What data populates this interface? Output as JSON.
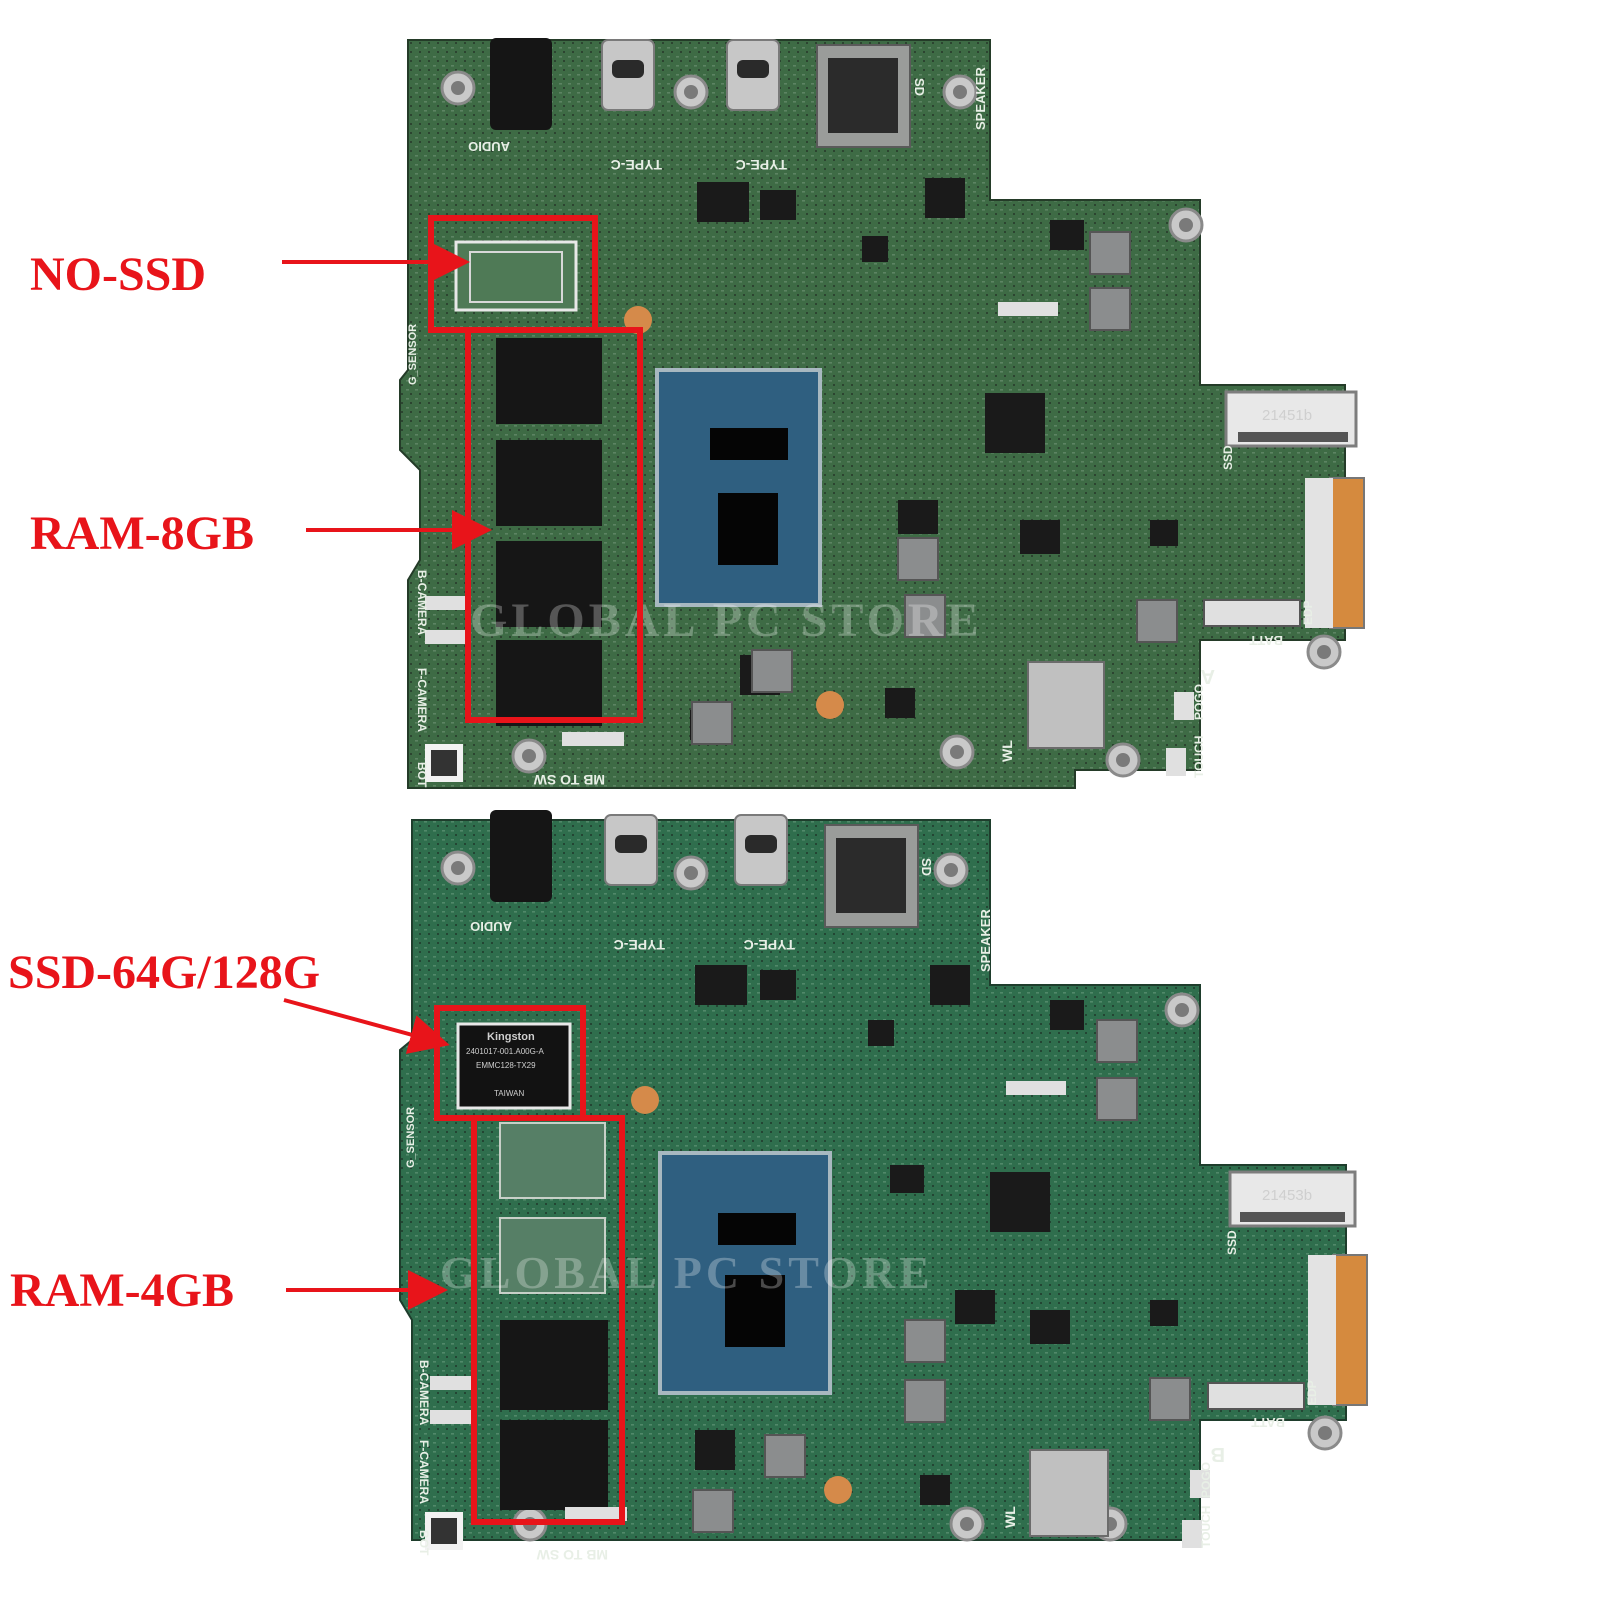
{
  "callouts": {
    "top_storage": "NO-SSD",
    "top_ram": "RAM-8GB",
    "bottom_storage": "SSD-64G/128G",
    "bottom_ram": "RAM-4GB"
  },
  "watermark": "GLOBAL PC STORE",
  "boards": {
    "top": {
      "variant": "A",
      "audio": "AUDIO",
      "typec_1": "TYPE-C",
      "typec_2": "TYPE-C",
      "sd": "SD",
      "speaker": "SPEAKER",
      "g_sensor": "G_SENSOR",
      "b_camera": "B-CAMERA",
      "f_camera": "F-CAMERA",
      "bot": "BOT",
      "mb_to_sw": "MB TO SW",
      "wl": "WL",
      "touch": "TOUCH",
      "pogo": "POGO",
      "batt": "BATT",
      "edp": "EDP",
      "ssd": "SSD",
      "m2_code": "21451b"
    },
    "bottom": {
      "variant": "B",
      "audio": "AUDIO",
      "typec_1": "TYPE-C",
      "typec_2": "TYPE-C",
      "sd": "SD",
      "speaker": "SPEAKER",
      "g_sensor": "G_SENSOR",
      "b_camera": "B-CAMERA",
      "f_camera": "F-CAMERA",
      "bot": "BOT",
      "mb_to_sw": "MB TO SW",
      "wl": "WL",
      "touch": "TOUCH",
      "pogo": "POGO",
      "batt": "BATT",
      "edp": "EDP",
      "ssd": "SSD",
      "m2_code": "21453b",
      "emmc_brand": "Kingston",
      "emmc_line1": "2401017-001.A00G-A",
      "emmc_line2": "EMMC128-TX29",
      "emmc_line3": "TAIWAN"
    }
  },
  "colors": {
    "pcb_top": "#3e6b45",
    "pcb_bottom": "#2f6e4d",
    "highlight_red": "#e8141a",
    "cpu_blue": "#2f5f80"
  }
}
